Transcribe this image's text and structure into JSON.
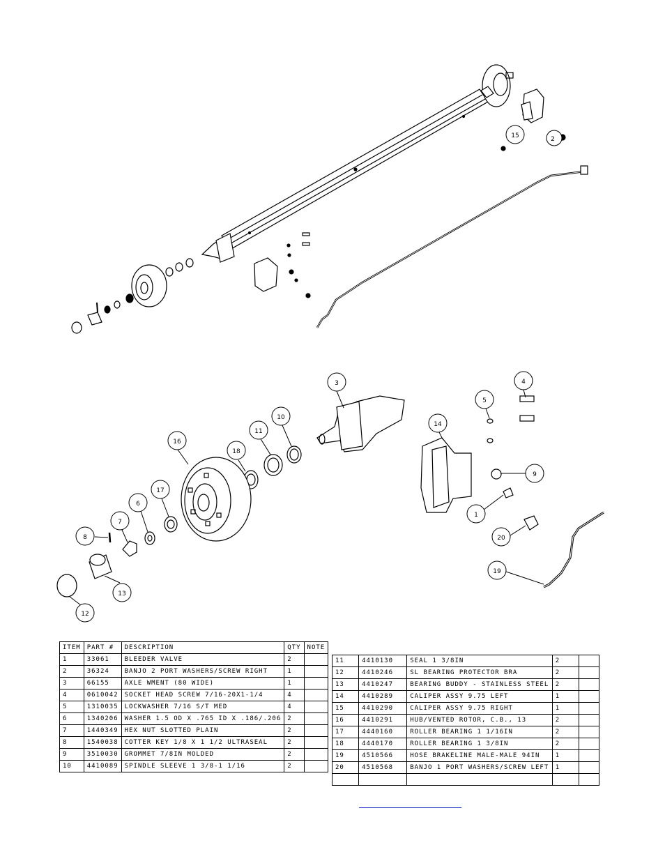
{
  "balloons": [
    "1",
    "2",
    "3",
    "4",
    "5",
    "6",
    "7",
    "8",
    "9",
    "10",
    "11",
    "12",
    "13",
    "14",
    "15",
    "16",
    "17",
    "18",
    "19",
    "20"
  ],
  "bom_header": {
    "item": "ITEM",
    "part": "PART #",
    "description": "DESCRIPTION",
    "qty": "QTY",
    "note": "NOTE"
  },
  "bom_left": [
    {
      "item": "1",
      "part": "33061",
      "description": "BLEEDER VALVE",
      "qty": "2",
      "note": ""
    },
    {
      "item": "2",
      "part": "36324",
      "description": "BANJO 2 PORT WASHERS/SCREW RIGHT",
      "qty": "1",
      "note": ""
    },
    {
      "item": "3",
      "part": "66155",
      "description": "AXLE WMENT (80 WIDE)",
      "qty": "1",
      "note": ""
    },
    {
      "item": "4",
      "part": "0610042",
      "description": "SOCKET HEAD SCREW 7/16-20X1-1/4",
      "qty": "4",
      "note": ""
    },
    {
      "item": "5",
      "part": "1310035",
      "description": "LOCKWASHER 7/16 S/T MED",
      "qty": "4",
      "note": ""
    },
    {
      "item": "6",
      "part": "1340206",
      "description": "WASHER 1.5 OD X .765 ID X .186/.206",
      "qty": "2",
      "note": ""
    },
    {
      "item": "7",
      "part": "1440349",
      "description": "HEX NUT SLOTTED PLAIN",
      "qty": "2",
      "note": ""
    },
    {
      "item": "8",
      "part": "1540038",
      "description": "COTTER KEY 1/8 X 1 1/2 ULTRASEAL",
      "qty": "2",
      "note": ""
    },
    {
      "item": "9",
      "part": "3510030",
      "description": "GROMMET 7/8IN MOLDED",
      "qty": "2",
      "note": ""
    },
    {
      "item": "10",
      "part": "4410089",
      "description": "SPINDLE SLEEVE 1 3/8-1 1/16",
      "qty": "2",
      "note": ""
    }
  ],
  "bom_right": [
    {
      "item": "11",
      "part": "4410130",
      "description": "SEAL 1 3/8IN",
      "qty": "2",
      "note": ""
    },
    {
      "item": "12",
      "part": "4410246",
      "description": "SL BEARING PROTECTOR BRA",
      "qty": "2",
      "note": ""
    },
    {
      "item": "13",
      "part": "4410247",
      "description": "BEARING BUDDY - STAINLESS STEEL",
      "qty": "2",
      "note": ""
    },
    {
      "item": "14",
      "part": "4410289",
      "description": "CALIPER ASSY 9.75 LEFT",
      "qty": "1",
      "note": ""
    },
    {
      "item": "15",
      "part": "4410290",
      "description": "CALIPER ASSY 9.75 RIGHT",
      "qty": "1",
      "note": ""
    },
    {
      "item": "16",
      "part": "4410291",
      "description": "HUB/VENTED ROTOR, C.B., 13",
      "qty": "2",
      "note": ""
    },
    {
      "item": "17",
      "part": "4440160",
      "description": "ROLLER BEARING 1 1/16IN",
      "qty": "2",
      "note": ""
    },
    {
      "item": "18",
      "part": "4440170",
      "description": "ROLLER BEARING 1 3/8IN",
      "qty": "2",
      "note": ""
    },
    {
      "item": "19",
      "part": "4510566",
      "description": "HOSE BRAKELINE MALE-MALE 94IN",
      "qty": "1",
      "note": ""
    },
    {
      "item": "20",
      "part": "4510568",
      "description": "BANJO 1 PORT WASHERS/SCREW LEFT",
      "qty": "1",
      "note": ""
    },
    {
      "item": "",
      "part": "",
      "description": "",
      "qty": "",
      "note": ""
    }
  ]
}
